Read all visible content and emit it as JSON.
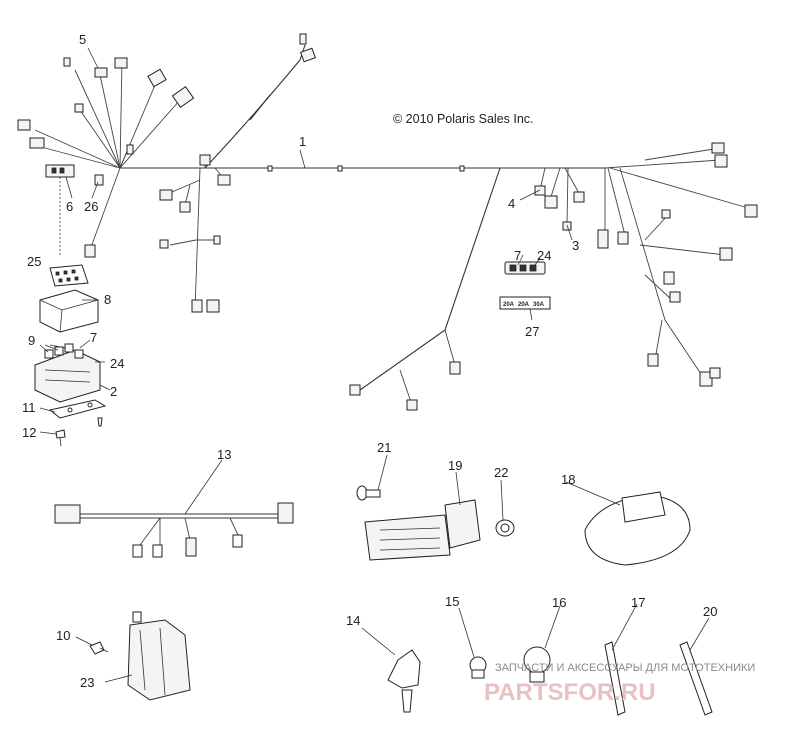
{
  "copyright": "© 2010 Polaris Sales Inc.",
  "callouts": {
    "c1": "1",
    "c2": "2",
    "c3": "3",
    "c4": "4",
    "c5": "5",
    "c6": "6",
    "c7a": "7",
    "c7b": "7",
    "c8": "8",
    "c9": "9",
    "c10": "10",
    "c11": "11",
    "c12": "12",
    "c13": "13",
    "c14": "14",
    "c15": "15",
    "c16": "16",
    "c17": "17",
    "c18": "18",
    "c19": "19",
    "c20": "20",
    "c21": "21",
    "c22": "22",
    "c23": "23",
    "c24a": "24",
    "c24b": "24",
    "c25": "25",
    "c26": "26",
    "c27": "27"
  },
  "fuse_labels": [
    "20A",
    "20A",
    "30A"
  ],
  "watermark": {
    "line1": "ЗАПЧАСТИ И АКСЕССУАРЫ ДЛЯ МОТОТЕХНИКИ",
    "line2": "PARTSFOR.RU"
  }
}
